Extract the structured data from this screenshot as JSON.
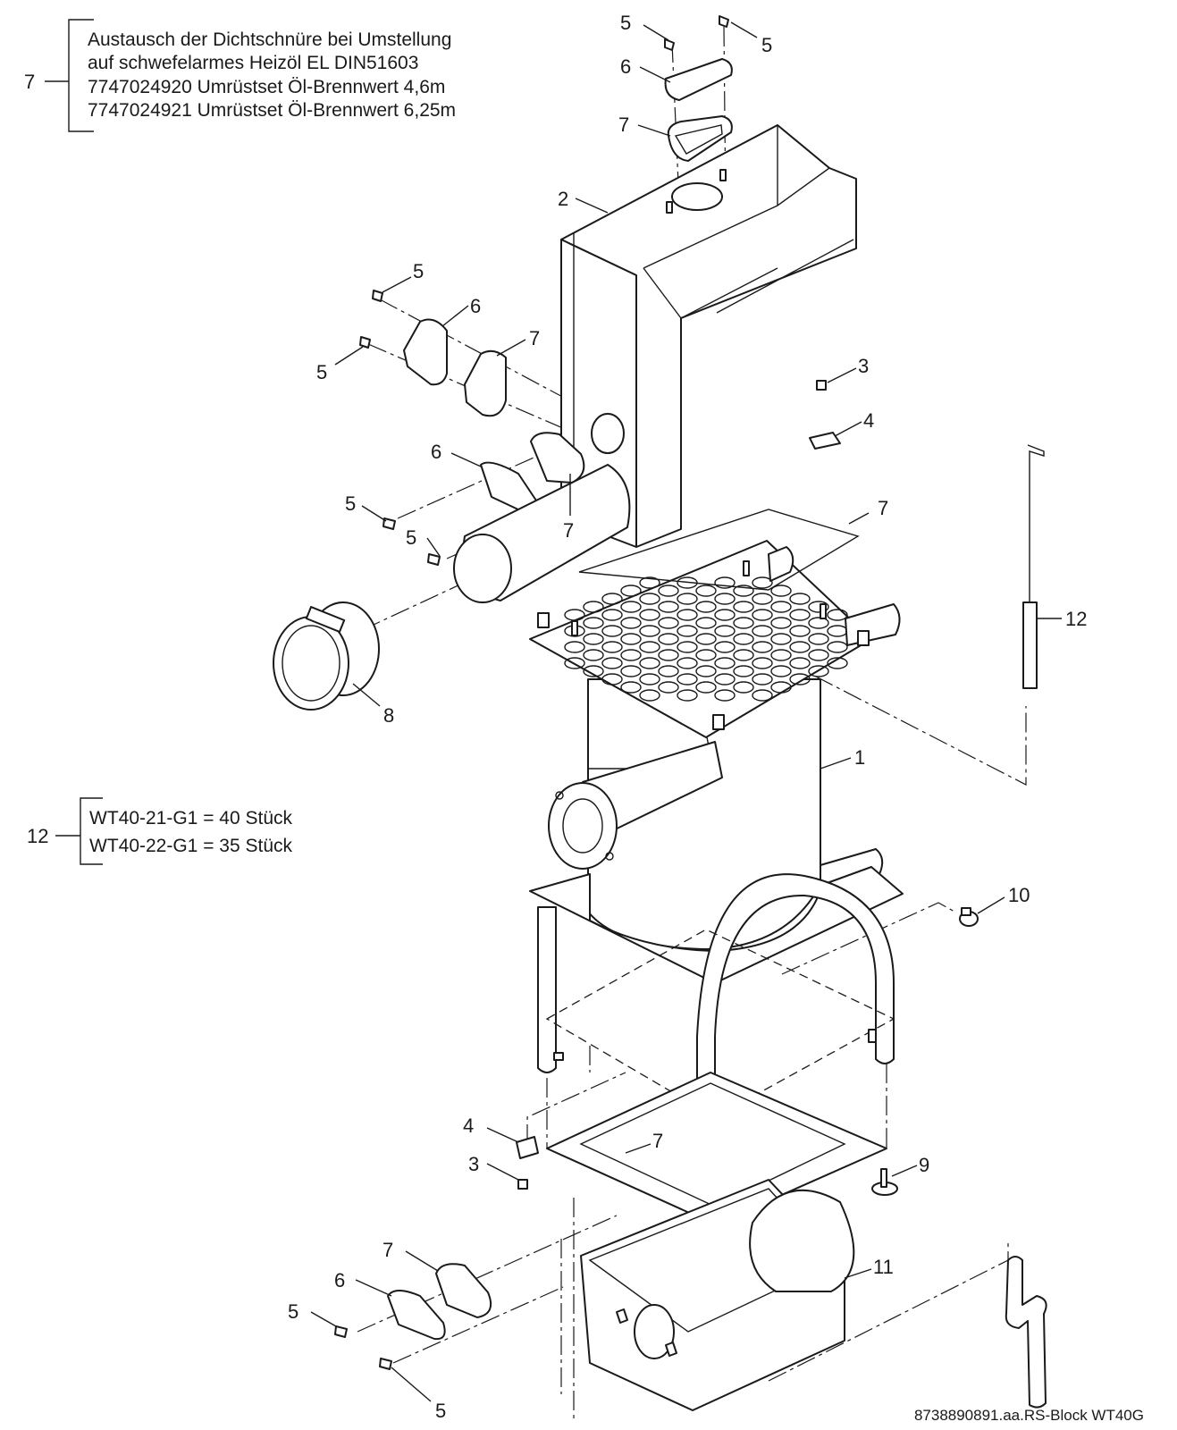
{
  "notes": {
    "gasket_note": {
      "number": "7",
      "lines": [
        "Austausch der Dichtschnüre bei Umstellung",
        "auf schwefelarmes Heizöl EL DIN51603",
        "7747024920 Umrüstset Öl-Brennwert 4,6m",
        "7747024921 Umrüstset Öl-Brennwert 6,25m"
      ]
    },
    "tube_note": {
      "number": "12",
      "lines": [
        "WT40-21-G1 = 40 Stück",
        "WT40-22-G1 = 35 Stück"
      ]
    }
  },
  "callouts": [
    {
      "id": "c5a",
      "text": "5"
    },
    {
      "id": "c5b",
      "text": "5"
    },
    {
      "id": "c6a",
      "text": "6"
    },
    {
      "id": "c7a",
      "text": "7"
    },
    {
      "id": "c2",
      "text": "2"
    },
    {
      "id": "c5c",
      "text": "5"
    },
    {
      "id": "c6b",
      "text": "6"
    },
    {
      "id": "c7b",
      "text": "7"
    },
    {
      "id": "c5d",
      "text": "5"
    },
    {
      "id": "c3a",
      "text": "3"
    },
    {
      "id": "c4a",
      "text": "4"
    },
    {
      "id": "c6c",
      "text": "6"
    },
    {
      "id": "c5e",
      "text": "5"
    },
    {
      "id": "c5f",
      "text": "5"
    },
    {
      "id": "c7c",
      "text": "7"
    },
    {
      "id": "c7d",
      "text": "7"
    },
    {
      "id": "c12",
      "text": "12"
    },
    {
      "id": "c8",
      "text": "8"
    },
    {
      "id": "c1",
      "text": "1"
    },
    {
      "id": "c10",
      "text": "10"
    },
    {
      "id": "c4b",
      "text": "4"
    },
    {
      "id": "c7e",
      "text": "7"
    },
    {
      "id": "c3b",
      "text": "3"
    },
    {
      "id": "c9",
      "text": "9"
    },
    {
      "id": "c7f",
      "text": "7"
    },
    {
      "id": "c11",
      "text": "11"
    },
    {
      "id": "c6d",
      "text": "6"
    },
    {
      "id": "c5g",
      "text": "5"
    },
    {
      "id": "c5h",
      "text": "5"
    }
  ],
  "footer": {
    "drawing_id": "8738890891.aa.RS-Block WT40G"
  }
}
